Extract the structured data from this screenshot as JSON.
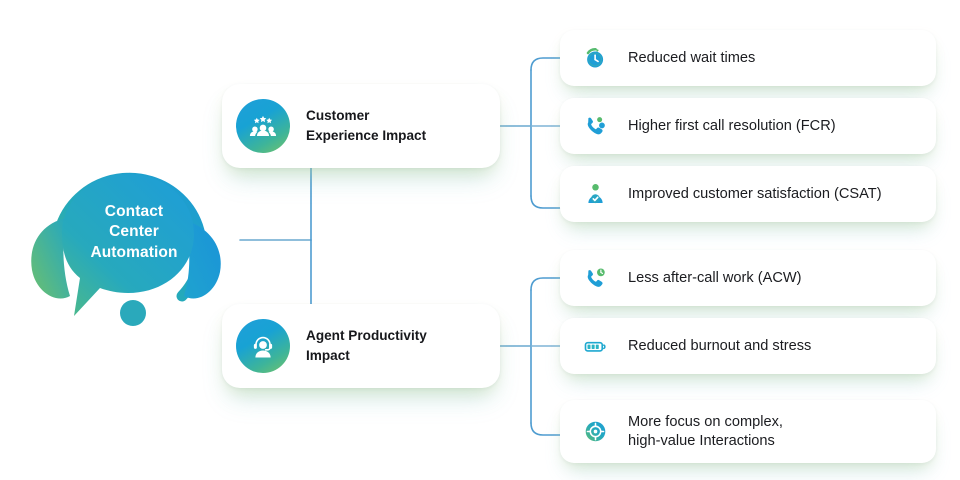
{
  "diagram": {
    "title": "Contact Center Automation benefits mind map",
    "accent_line_color": "#4e9cd0",
    "gradient_start": "#1f9fd8",
    "gradient_end": "#74c36a",
    "background": "#ffffff",
    "hub": {
      "label_line1": "Contact",
      "label_line2": "Center",
      "label_line3": "Automation",
      "icon": "headset-speech-bubble-icon"
    },
    "branches": [
      {
        "id": "customer-experience-impact",
        "icon": "group-of-people-with-stars-icon",
        "title_line1": "Customer",
        "title_line2": "Experience Impact",
        "items": [
          {
            "icon": "clock-icon",
            "line1": "Reduced wait times",
            "line2": ""
          },
          {
            "icon": "phone-call-icon",
            "line1": "Higher first call resolution (FCR)",
            "line2": ""
          },
          {
            "icon": "person-check-badge-icon",
            "line1": "Improved customer satisfaction (CSAT)",
            "line2": ""
          }
        ]
      },
      {
        "id": "agent-productivity-impact",
        "icon": "agent-headset-icon",
        "title_line1": "Agent Productivity",
        "title_line2": "Impact",
        "items": [
          {
            "icon": "phone-clock-icon",
            "line1": "Less after-call work (ACW)",
            "line2": ""
          },
          {
            "icon": "battery-icon",
            "line1": "Reduced burnout and stress",
            "line2": ""
          },
          {
            "icon": "target-focus-icon",
            "line1": "More focus on complex,",
            "line2": "high-value Interactions"
          }
        ]
      }
    ]
  }
}
